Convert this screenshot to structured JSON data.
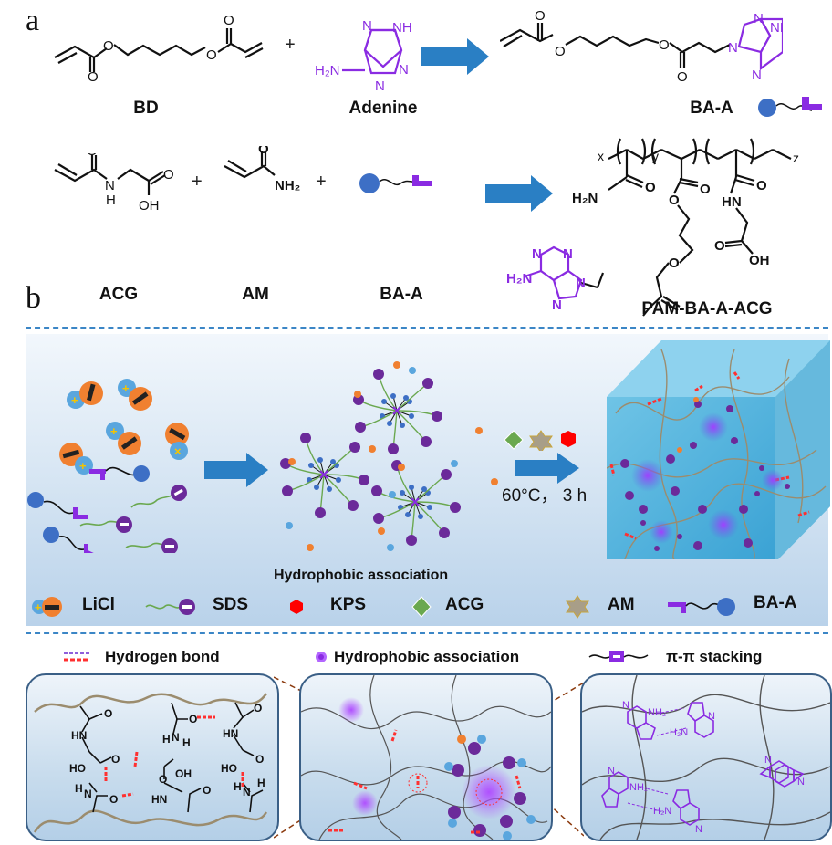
{
  "figure": {
    "panel_a": {
      "label": "a",
      "row1": {
        "reactants": [
          "BD",
          "Adenine"
        ],
        "product": "BA-A",
        "plus": "+",
        "atoms": {
          "O": "O",
          "N": "N",
          "NH": "NH",
          "H2N": "H₂N",
          "NH2": "NH₂"
        }
      },
      "row2": {
        "reactants": [
          "ACG",
          "AM",
          "BA-A"
        ],
        "product": "PAM-BA-A-ACG",
        "plus": "+",
        "subscripts": [
          "x",
          "y",
          "z"
        ],
        "atoms": {
          "H2N": "H₂N",
          "HN": "HN",
          "OH": "OH",
          "O": "O",
          "N": "N",
          "H": "H",
          "NH2": "NH₂"
        }
      }
    },
    "panel_b": {
      "label": "b",
      "caption_mid": "Hydrophobic association",
      "condition": "60°C， 3  h",
      "legend": [
        {
          "icon": "licl-ion-pair-icon",
          "label": "LiCl"
        },
        {
          "icon": "sds-surfactant-icon",
          "label": "SDS"
        },
        {
          "icon": "red-hexagon-icon",
          "label": "KPS"
        },
        {
          "icon": "green-diamond-icon",
          "label": "ACG"
        },
        {
          "icon": "khaki-star-icon",
          "label": "AM"
        },
        {
          "icon": "ba-a-monomer-icon",
          "label": "BA-A"
        }
      ]
    },
    "bottom_panels": [
      {
        "title": "Hydrogen bond",
        "icon": "hydrogen-bond-dash-icon",
        "atoms": {
          "HN": "HN",
          "HO": "HO",
          "OH": "OH",
          "O": "O",
          "N": "N",
          "H": "H"
        }
      },
      {
        "title": "Hydrophobic association",
        "icon": "purple-glow-dot-icon"
      },
      {
        "title": "π-π stacking",
        "icon": "pi-stacking-chain-icon",
        "atoms": {
          "N": "N",
          "NH2": "NH₂",
          "H2N": "H₂N"
        }
      }
    ],
    "colors": {
      "adenine_purple": "#8a2be2",
      "arrow_blue": "#2a7fc4",
      "dash_blue": "#3b86c6",
      "li_ion_blue": "#5aa6de",
      "cl_ion_orange": "#f08030",
      "sds_head_purple": "#6b2a9a",
      "sds_tail_green": "#6aa84f",
      "kps_red": "#ff0000",
      "acg_green": "#6aa84f",
      "am_khaki": "#a89e88",
      "baa_head_blue": "#3d6fc5",
      "hbond_red": "#ff3030",
      "chain_brown": "#9b8c6e"
    }
  }
}
